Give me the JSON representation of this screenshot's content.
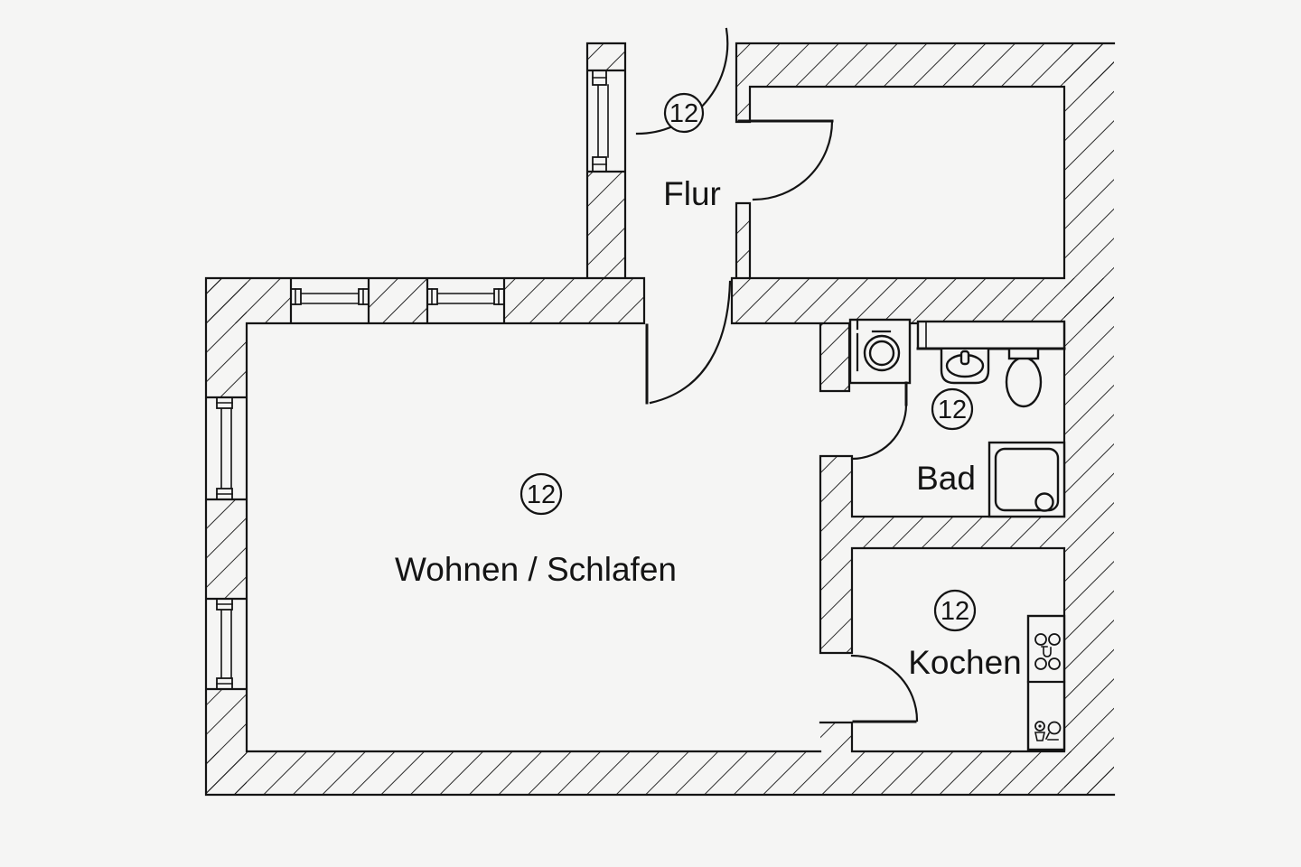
{
  "plan": {
    "type": "apartment-floor-plan",
    "unit_number": "12"
  },
  "rooms": {
    "flur": {
      "label": "Flur",
      "unit": "12"
    },
    "wohnen": {
      "label": "Wohnen / Schlafen",
      "unit": "12"
    },
    "bad": {
      "label": "Bad",
      "unit": "12"
    },
    "kochen": {
      "label": "Kochen",
      "unit": "12"
    }
  },
  "icons": {
    "washing_machine": "washing-machine-icon",
    "bath_sink": "bath-sink-icon",
    "toilet": "toilet-icon",
    "shower": "shower-icon",
    "stove": "stove-icon",
    "kitchen_sink": "kitchen-sink-icon",
    "window": "window-icon",
    "door": "door-swing-icon"
  },
  "colors": {
    "line": "#141414",
    "background": "#f5f5f4"
  }
}
